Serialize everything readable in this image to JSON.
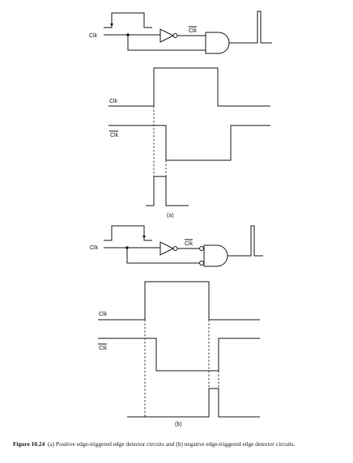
{
  "panel_a": {
    "circuit_clk_label": "Clk",
    "circuit_clkbar_label": "Clk",
    "wave_clk_label": "Clk",
    "wave_clkbar_label": "Clk",
    "panel_label": "(a)"
  },
  "panel_b": {
    "circuit_clk_label": "Clk",
    "circuit_clkbar_label": "Clk",
    "wave_clk_label": "Clk",
    "wave_clkbar_label": "Clk",
    "panel_label": "(b)"
  },
  "caption": {
    "figure_number": "Figure 10.24",
    "text": "(a) Positive edge-triggered edge detector circuits and (b) negative edge-triggered edge detector circuits."
  }
}
